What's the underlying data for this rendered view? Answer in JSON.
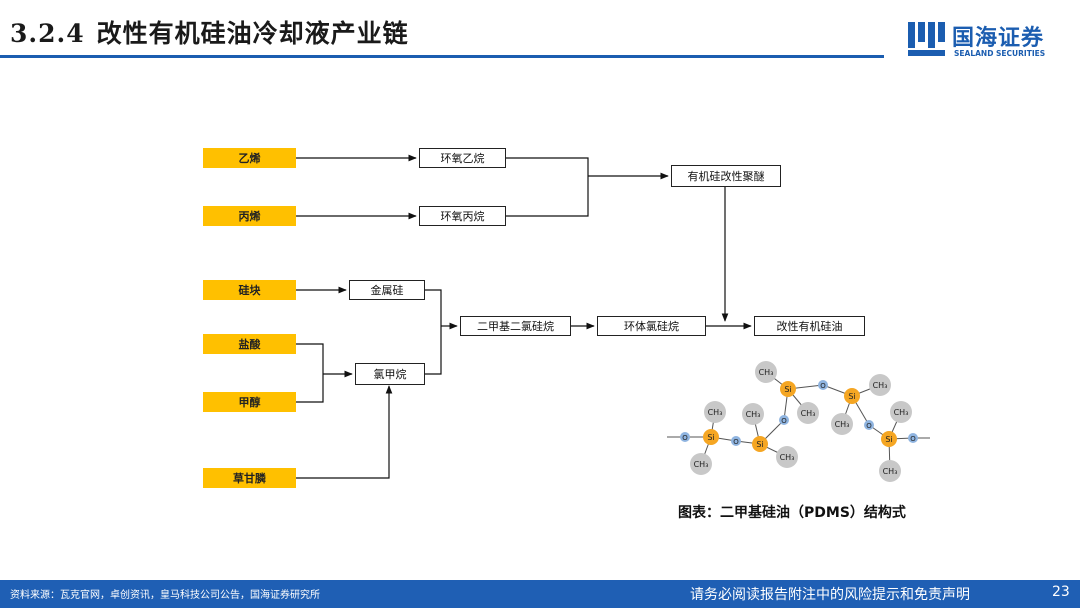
{
  "header": {
    "section_number": "3.2.4",
    "title": "改性有机硅油冷却液产业链",
    "logo_cn": "国海证券",
    "logo_en": "SEALAND SECURITIES"
  },
  "diagram": {
    "nodes": {
      "ethylene": "乙烯",
      "propylene": "丙烯",
      "silicon_block": "硅块",
      "hydrochloric_acid": "盐酸",
      "methanol": "甲醇",
      "glyphosate": "草甘膦",
      "ethylene_oxide": "环氧乙烷",
      "propylene_oxide": "环氧丙烷",
      "silicone_polyether": "有机硅改性聚醚",
      "metallic_silicon": "金属硅",
      "chloromethane": "氯甲烷",
      "dmdcs": "二甲基二氯硅烷",
      "cyclosiloxane": "环体氯硅烷",
      "modified_silicone_oil": "改性有机硅油"
    }
  },
  "molecule": {
    "caption": "图表：二甲基硅油（PDMS）结构式",
    "atom_labels": {
      "si": "Si",
      "o": "O",
      "ch3": "CH3"
    }
  },
  "footer": {
    "source": "资料来源：瓦克官网，卓创资讯，皇马科技公司公告，国海证券研究所",
    "disclaimer": "请务必阅读报告附注中的风险提示和免责声明",
    "page": "23"
  },
  "colors": {
    "brand_blue": "#1b5db0",
    "source_fill": "#ffc000",
    "si_atom": "#f5a623",
    "o_atom": "#8fb4e0",
    "ch3_atom": "#c8c8c8"
  }
}
